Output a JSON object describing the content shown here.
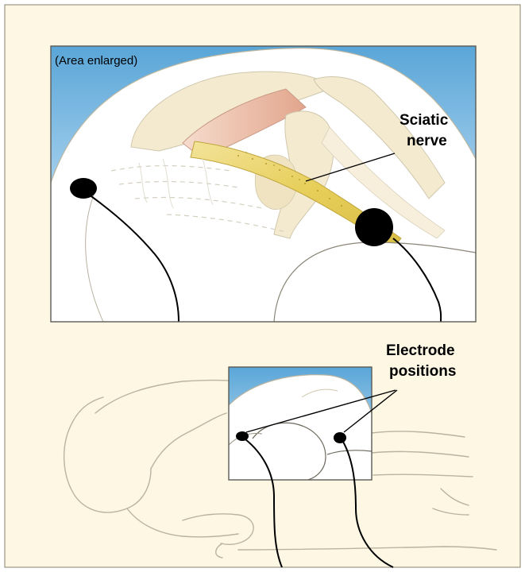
{
  "figure": {
    "inset_caption": "(Area enlarged)",
    "labels": {
      "sciatic_line1": "Sciatic",
      "sciatic_line2": "nerve",
      "electrode_line1": "Electrode",
      "electrode_line2": "positions"
    }
  },
  "colors": {
    "background": "#fdf7e4",
    "sky_top": "#5aa6d8",
    "sky_bottom": "#d6ebf7",
    "nerve": "#e8d56a",
    "muscle": "#e9b8a3",
    "bone": "#f4ead0",
    "outline": "#cfc7ad",
    "electrode": "#000000"
  }
}
